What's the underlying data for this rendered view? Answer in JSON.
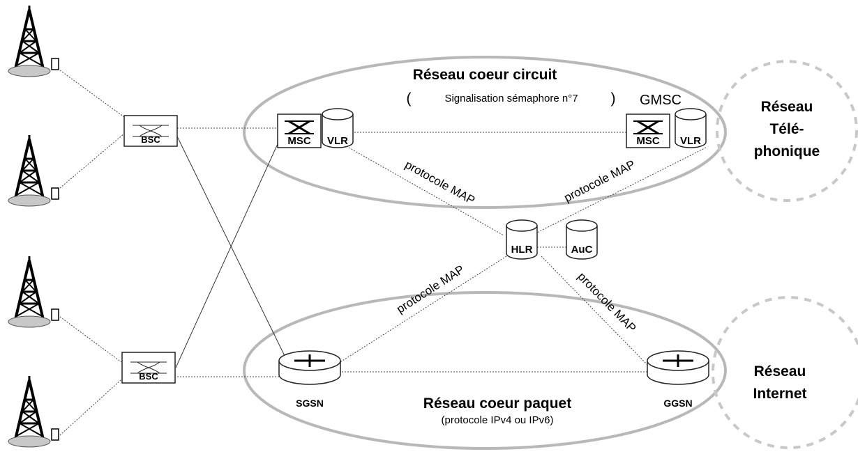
{
  "diagram": {
    "core_circuit": {
      "title": "Réseau coeur circuit",
      "subtitle": "Signalisation sémaphore n°7",
      "subtitle_open": "(",
      "subtitle_close": ")"
    },
    "core_packet": {
      "title": "Réseau coeur paquet",
      "subtitle": "(protocole IPv4 ou IPv6)"
    },
    "external_networks": {
      "telephone": [
        "Réseau",
        "Télé-",
        "phonique"
      ],
      "internet": [
        "Réseau",
        "Internet"
      ]
    },
    "nodes": {
      "bsc_top": "BSC",
      "bsc_bottom": "BSC",
      "msc": "MSC",
      "vlr": "VLR",
      "gmsc_title": "GMSC",
      "gmsc_msc": "MSC",
      "gmsc_vlr": "VLR",
      "hlr": "HLR",
      "auc": "AuC",
      "sgsn": "SGSN",
      "ggsn": "GGSN"
    },
    "links": {
      "vlr_hlr": "protocole MAP",
      "gmsc_hlr": "protocole MAP",
      "hlr_sgsn": "protocole MAP",
      "hlr_ggsn": "protocole MAP"
    },
    "colors": {
      "ellipse": "#b8b8b8",
      "dash_circle": "#c8c8c8",
      "line": "#333333"
    }
  }
}
